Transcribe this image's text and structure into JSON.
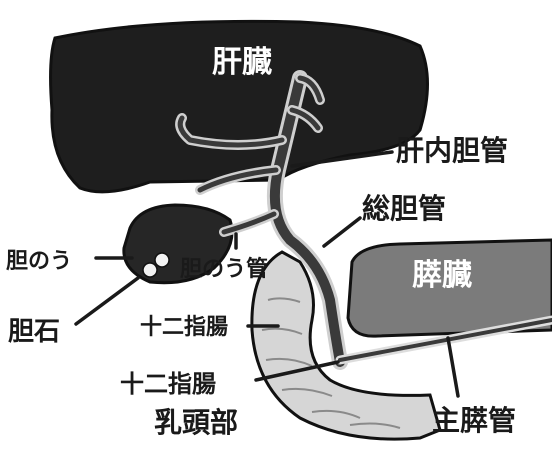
{
  "labels": {
    "liver": "肝臓",
    "hepatic_duct": "肝内胆管",
    "common_bile_duct": "総胆管",
    "pancreas": "膵臓",
    "gallbladder": "胆のう",
    "cystic_duct": "胆のう管",
    "gallstone": "胆石",
    "duodenum": "十二指腸",
    "papilla_line1": "十二指腸",
    "papilla_line2": "乳頭部",
    "main_pancreatic_duct": "主膵管"
  },
  "colors": {
    "liver": "#1f1f1f",
    "duct": "#4a4a4a",
    "pancreas": "#7a7a7a",
    "duodenum": "#d4d4d4",
    "ink": "#1a1a1a"
  }
}
